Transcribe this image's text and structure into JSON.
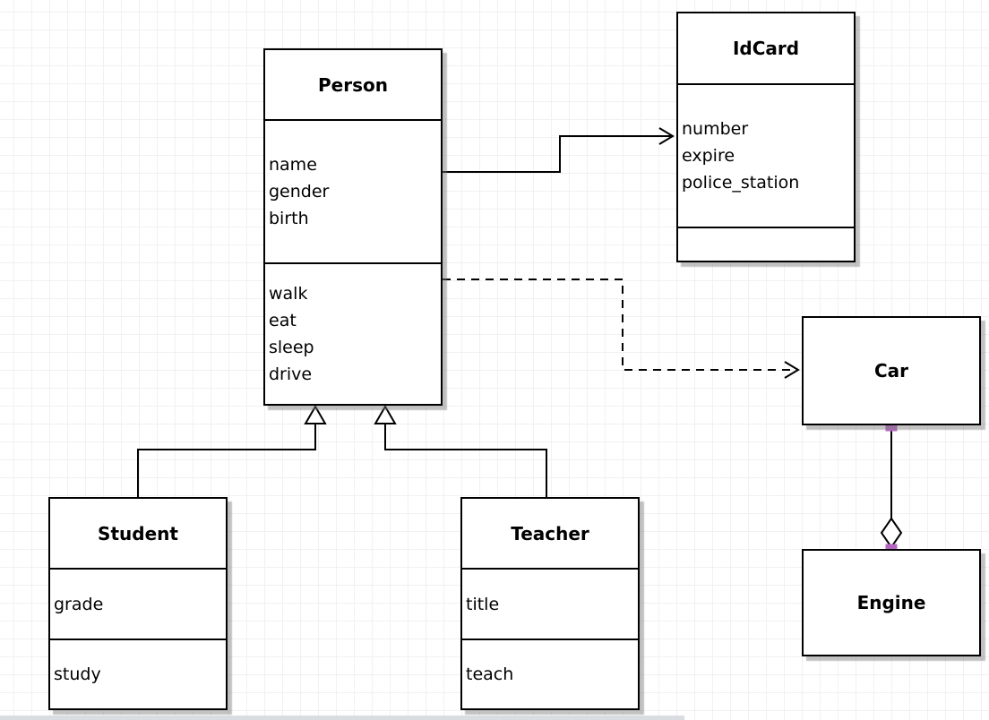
{
  "diagram": {
    "type": "uml-class-diagram",
    "classes": {
      "person": {
        "name": "Person",
        "attributes": [
          "name",
          "gender",
          "birth"
        ],
        "methods": [
          "walk",
          "eat",
          "sleep",
          "drive"
        ]
      },
      "idcard": {
        "name": "IdCard",
        "attributes": [
          "number",
          "expire",
          "police_station"
        ],
        "methods": []
      },
      "car": {
        "name": "Car",
        "attributes": [],
        "methods": []
      },
      "engine": {
        "name": "Engine",
        "attributes": [],
        "methods": []
      },
      "student": {
        "name": "Student",
        "attributes": [
          "grade"
        ],
        "methods": [
          "study"
        ]
      },
      "teacher": {
        "name": "Teacher",
        "attributes": [
          "title"
        ],
        "methods": [
          "teach"
        ]
      }
    },
    "relationships": [
      {
        "from": "Person",
        "to": "IdCard",
        "type": "association",
        "line": "solid",
        "arrow": "open"
      },
      {
        "from": "Person",
        "to": "Car",
        "type": "dependency",
        "line": "dashed",
        "arrow": "open"
      },
      {
        "from": "Student",
        "to": "Person",
        "type": "generalization",
        "line": "solid",
        "arrow": "hollow-triangle"
      },
      {
        "from": "Teacher",
        "to": "Person",
        "type": "generalization",
        "line": "solid",
        "arrow": "hollow-triangle"
      },
      {
        "from": "Car",
        "to": "Engine",
        "type": "aggregation",
        "line": "solid",
        "arrow": "hollow-diamond"
      }
    ],
    "colors": {
      "stroke": "#000000",
      "box_fill": "#ffffff",
      "connection_point": "#b666c2",
      "grid_line": "#f1f1f4",
      "canvas": "#ffffff"
    }
  }
}
